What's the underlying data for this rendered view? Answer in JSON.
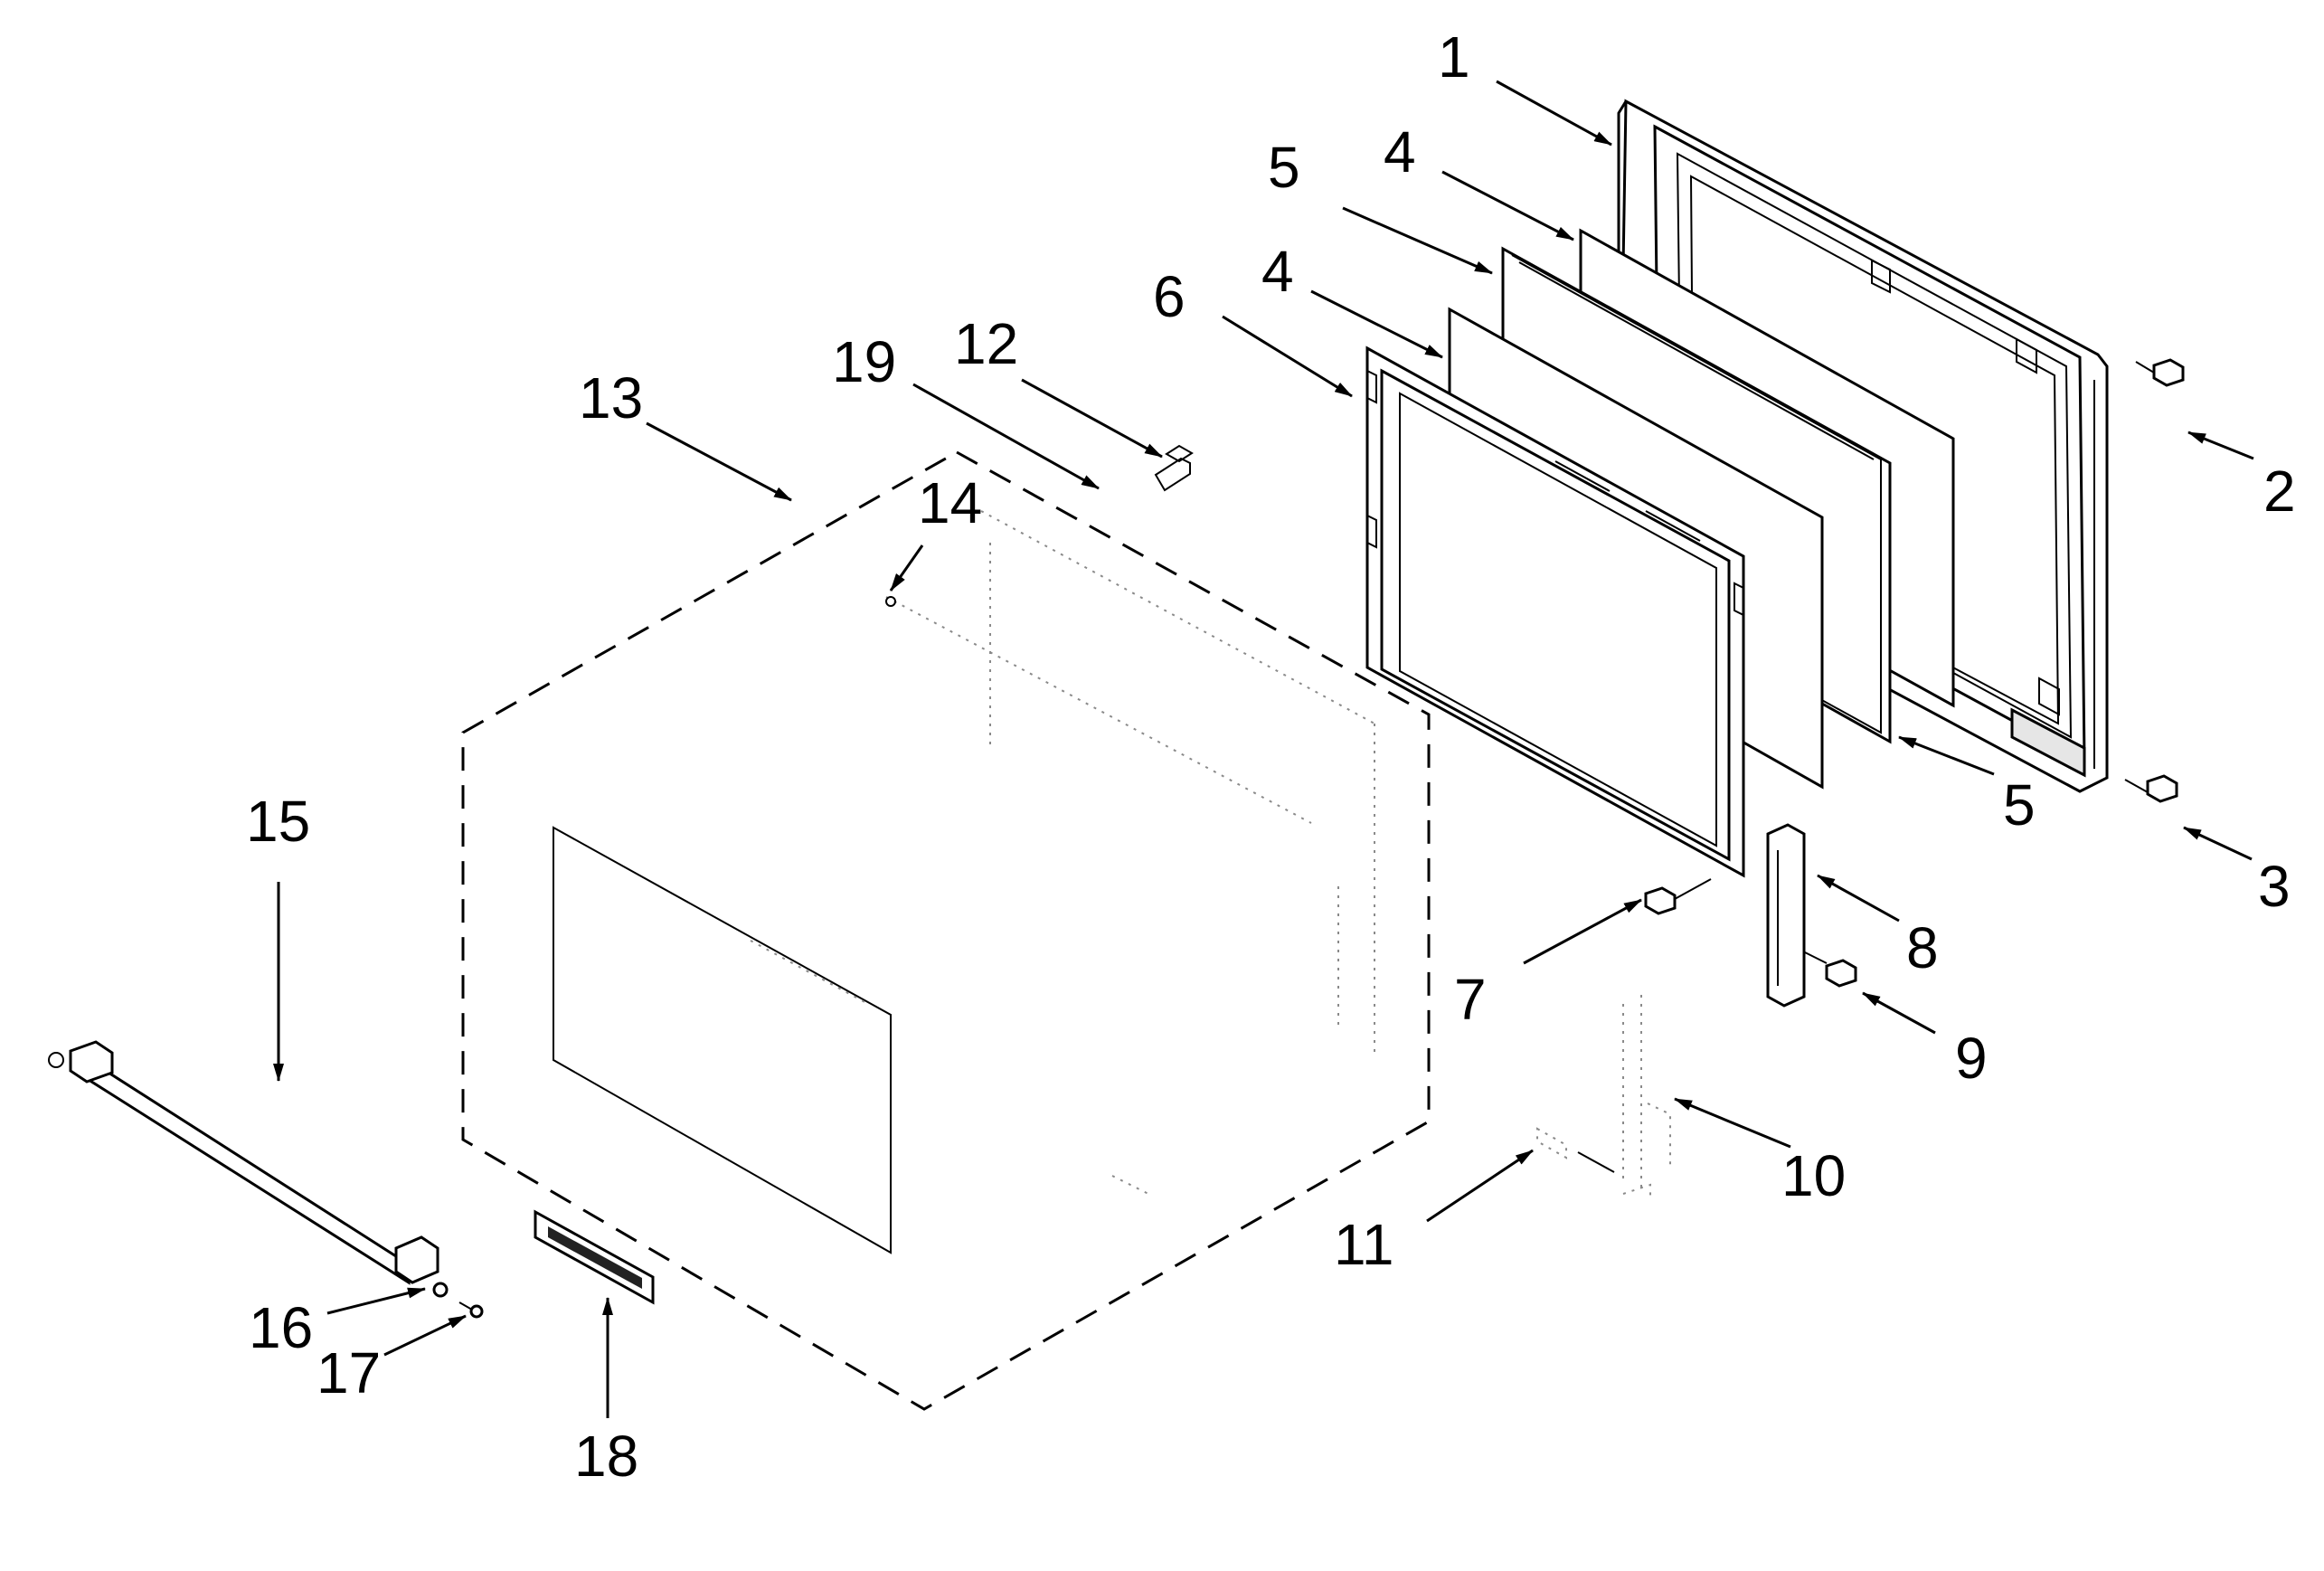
{
  "callouts": [
    {
      "id": "1",
      "label": "1"
    },
    {
      "id": "2",
      "label": "2"
    },
    {
      "id": "3",
      "label": "3"
    },
    {
      "id": "4a",
      "label": "4"
    },
    {
      "id": "4b",
      "label": "4"
    },
    {
      "id": "5a",
      "label": "5"
    },
    {
      "id": "5b",
      "label": "5"
    },
    {
      "id": "6",
      "label": "6"
    },
    {
      "id": "7",
      "label": "7"
    },
    {
      "id": "8",
      "label": "8"
    },
    {
      "id": "9",
      "label": "9"
    },
    {
      "id": "10",
      "label": "10"
    },
    {
      "id": "11",
      "label": "11"
    },
    {
      "id": "12",
      "label": "12"
    },
    {
      "id": "13",
      "label": "13"
    },
    {
      "id": "14",
      "label": "14"
    },
    {
      "id": "15",
      "label": "15"
    },
    {
      "id": "16",
      "label": "16"
    },
    {
      "id": "17",
      "label": "17"
    },
    {
      "id": "18",
      "label": "18"
    },
    {
      "id": "19",
      "label": "19"
    }
  ],
  "colors": {
    "ink": "#000000",
    "background": "#ffffff",
    "faint": "#8a8a8a"
  }
}
